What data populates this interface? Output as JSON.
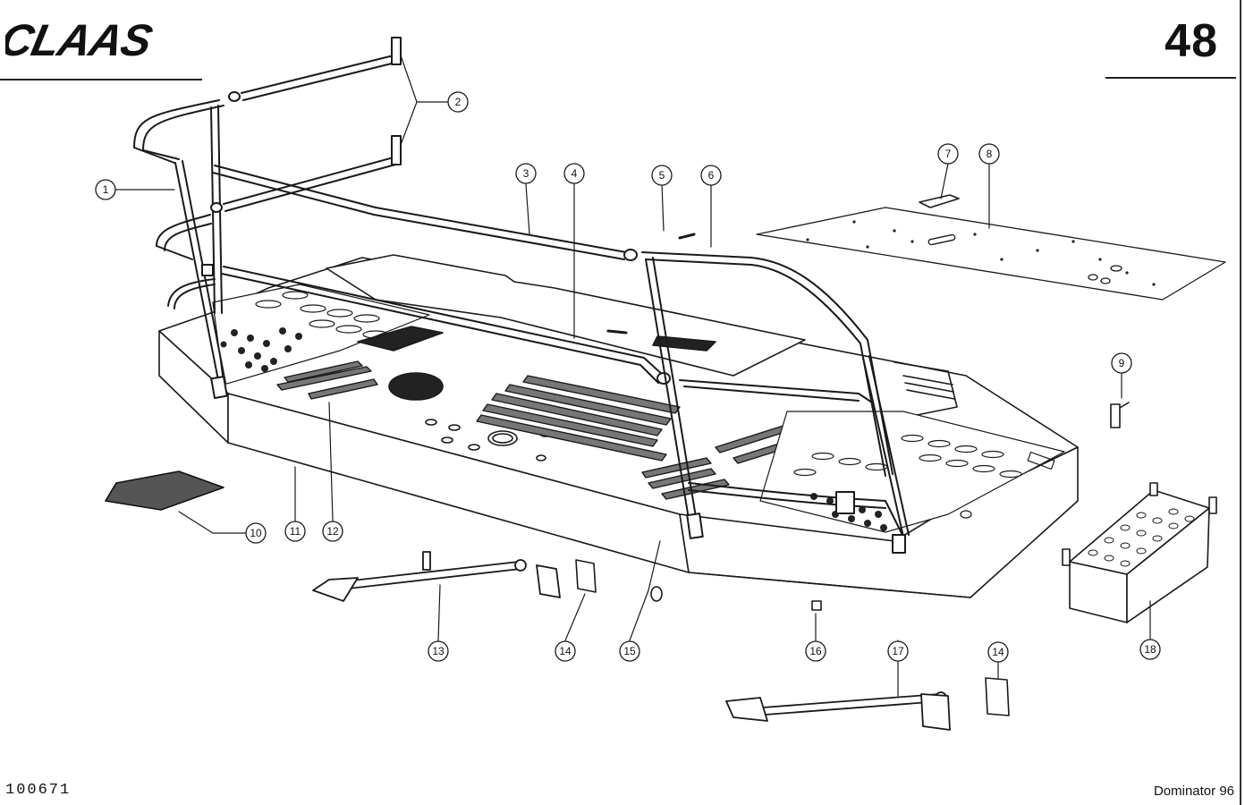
{
  "header": {
    "logo_text": "CLAAS",
    "page_number": "48"
  },
  "footer": {
    "drawing_id": "100671",
    "model": "Dominator 96"
  },
  "callouts": [
    "1",
    "2",
    "3",
    "4",
    "5",
    "6",
    "7",
    "8",
    "9",
    "10",
    "11",
    "12",
    "13",
    "14",
    "14",
    "15",
    "16",
    "17",
    "18"
  ],
  "colors": {
    "ink": "#1a1a1a",
    "paper": "#ffffff"
  }
}
